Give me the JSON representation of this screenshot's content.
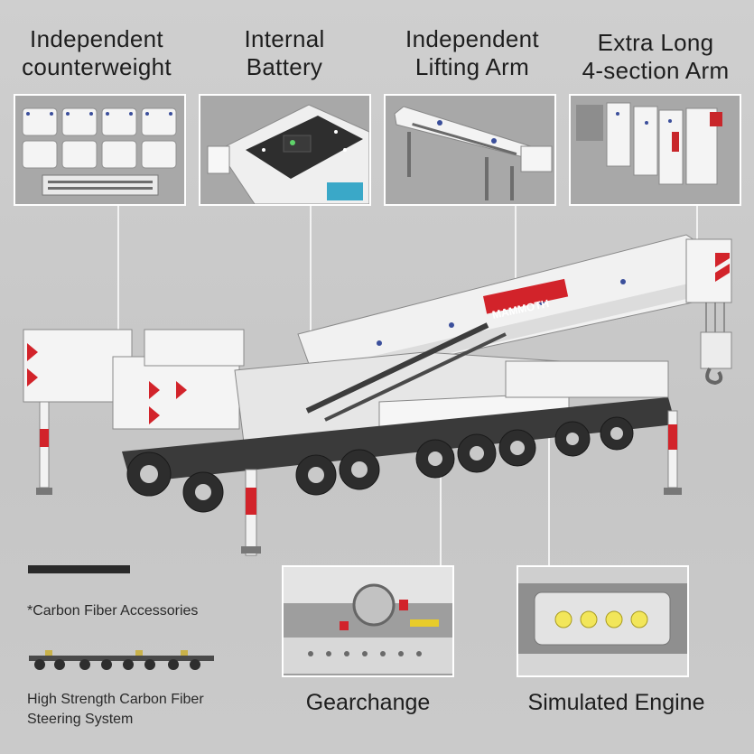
{
  "top_features": [
    {
      "label": "Independent\ncounterweight"
    },
    {
      "label": "Internal\nBattery"
    },
    {
      "label": "Independent\nLifting Arm"
    },
    {
      "label": "Extra Long\n4-section Arm"
    }
  ],
  "crane": {
    "brand_text": "MAMMOTH"
  },
  "accessories": {
    "carbon_note": "*Carbon Fiber Accessories",
    "steering_caption": "High Strength Carbon Fiber\nSteering System"
  },
  "bottom_features": [
    {
      "label": "Gearchange"
    },
    {
      "label": "Simulated Engine"
    }
  ],
  "colors": {
    "background": "#c9c9c9",
    "panel_border": "#ffffff",
    "crane_accent": "#d2232a",
    "crane_body": "#f3f3f3"
  }
}
